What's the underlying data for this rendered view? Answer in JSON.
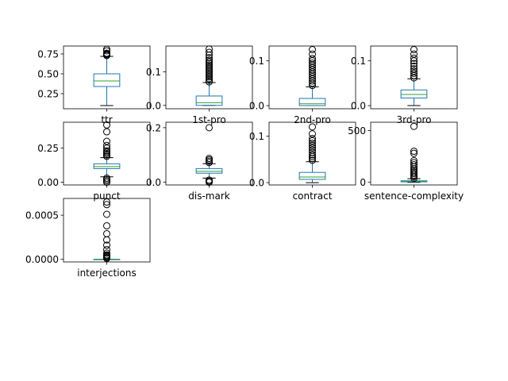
{
  "chart_data": [
    {
      "type": "boxplot",
      "xlabel": "ttr",
      "yticks": [
        0.25,
        0.5,
        0.75
      ],
      "ytick_labels": [
        "0.25",
        "0.50",
        "0.75"
      ],
      "ylim": [
        0.06,
        0.85
      ],
      "box": {
        "whisker_low": 0.1,
        "q1": 0.34,
        "median": 0.41,
        "q3": 0.5,
        "whisker_high": 0.72
      },
      "outliers": [
        0.73,
        0.74,
        0.75,
        0.76,
        0.79,
        0.81
      ]
    },
    {
      "type": "boxplot",
      "xlabel": "1st-pro",
      "yticks": [
        0.0,
        0.1
      ],
      "ytick_labels": [
        "0.0",
        "0.1"
      ],
      "ylim": [
        -0.01,
        0.177
      ],
      "box": {
        "whisker_low": 0.0,
        "q1": 0.0,
        "median": 0.008,
        "q3": 0.028,
        "whisker_high": 0.068
      },
      "outliers": [
        0.07,
        0.075,
        0.08,
        0.085,
        0.09,
        0.095,
        0.1,
        0.105,
        0.11,
        0.115,
        0.12,
        0.125,
        0.13,
        0.135,
        0.142,
        0.15,
        0.158,
        0.168
      ]
    },
    {
      "type": "boxplot",
      "xlabel": "2nd-pro",
      "yticks": [
        0.0,
        0.1
      ],
      "ytick_labels": [
        "0.0",
        "0.1"
      ],
      "ylim": [
        -0.007,
        0.133
      ],
      "box": {
        "whisker_low": 0.0,
        "q1": 0.0,
        "median": 0.004,
        "q3": 0.016,
        "whisker_high": 0.042
      },
      "outliers": [
        0.045,
        0.05,
        0.055,
        0.06,
        0.065,
        0.07,
        0.075,
        0.08,
        0.085,
        0.09,
        0.095,
        0.1,
        0.105,
        0.115,
        0.125
      ]
    },
    {
      "type": "boxplot",
      "xlabel": "3rd-pro",
      "yticks": [
        0.0,
        0.1
      ],
      "ytick_labels": [
        "0.0",
        "0.1"
      ],
      "ylim": [
        -0.007,
        0.133
      ],
      "box": {
        "whisker_low": 0.0,
        "q1": 0.017,
        "median": 0.025,
        "q3": 0.035,
        "whisker_high": 0.06
      },
      "outliers": [
        0.062,
        0.067,
        0.072,
        0.077,
        0.082,
        0.088,
        0.094,
        0.1,
        0.106,
        0.115,
        0.125
      ]
    },
    {
      "type": "boxplot",
      "xlabel": "punct",
      "yticks": [
        0.0,
        0.25
      ],
      "ytick_labels": [
        "0.00",
        "0.25"
      ],
      "ylim": [
        -0.02,
        0.44
      ],
      "box": {
        "whisker_low": 0.04,
        "q1": 0.1,
        "median": 0.115,
        "q3": 0.135,
        "whisker_high": 0.18
      },
      "outliers": [
        0.0,
        0.01,
        0.02,
        0.03,
        0.19,
        0.2,
        0.21,
        0.22,
        0.23,
        0.25,
        0.27,
        0.3,
        0.37,
        0.42
      ]
    },
    {
      "type": "boxplot",
      "xlabel": "dis-mark",
      "yticks": [
        0.0,
        0.2
      ],
      "ytick_labels": [
        "0.0",
        "0.2"
      ],
      "ylim": [
        -0.01,
        0.22
      ],
      "box": {
        "whisker_low": 0.015,
        "q1": 0.033,
        "median": 0.04,
        "q3": 0.05,
        "whisker_high": 0.068
      },
      "outliers": [
        0.0,
        0.004,
        0.008,
        0.072,
        0.077,
        0.082,
        0.087,
        0.2
      ]
    },
    {
      "type": "boxplot",
      "xlabel": "contract",
      "yticks": [
        0.0,
        0.1
      ],
      "ytick_labels": [
        "0.0",
        "0.1"
      ],
      "ylim": [
        -0.005,
        0.13
      ],
      "box": {
        "whisker_low": 0.0,
        "q1": 0.007,
        "median": 0.012,
        "q3": 0.022,
        "whisker_high": 0.045
      },
      "outliers": [
        0.048,
        0.052,
        0.056,
        0.06,
        0.065,
        0.07,
        0.075,
        0.08,
        0.085,
        0.09,
        0.095,
        0.105,
        0.12
      ]
    },
    {
      "type": "boxplot",
      "xlabel": "sentence-complexity",
      "yticks": [
        0,
        500
      ],
      "ytick_labels": [
        "0",
        "500"
      ],
      "ylim": [
        -25,
        580
      ],
      "box": {
        "whisker_low": 0,
        "q1": 5,
        "median": 10,
        "q3": 15,
        "whisker_high": 35
      },
      "outliers": [
        40,
        55,
        70,
        85,
        100,
        115,
        130,
        150,
        170,
        190,
        210,
        280,
        300,
        540
      ]
    },
    {
      "type": "boxplot",
      "xlabel": "interjections",
      "yticks": [
        0.0,
        0.0005
      ],
      "ytick_labels": [
        "0.0000",
        "0.0005"
      ],
      "ylim": [
        -3e-05,
        0.00069
      ],
      "box": {
        "whisker_low": 0.0,
        "q1": 0.0,
        "median": 0.0,
        "q3": 0.0,
        "whisker_high": 0.0
      },
      "outliers": [
        1e-05,
        2e-05,
        3e-05,
        4e-05,
        5e-05,
        7e-05,
        0.00011,
        0.00016,
        0.00022,
        0.00029,
        0.00038,
        0.00051,
        0.00062,
        0.00065
      ]
    }
  ],
  "colors": {
    "box": "#1f77b4",
    "median": "#2ca02c",
    "outlier": "#000000",
    "axes": "#000000"
  }
}
